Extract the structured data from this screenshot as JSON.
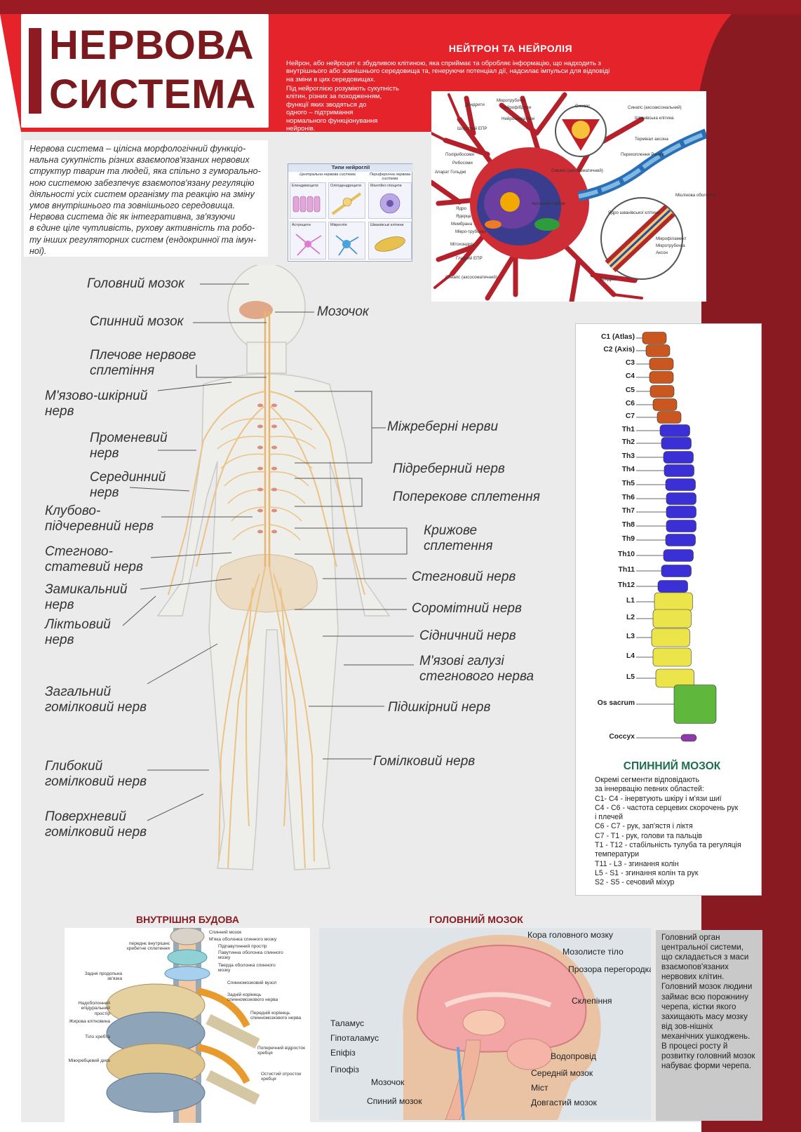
{
  "header": {
    "title_line1": "НЕРВОВА",
    "title_line2": "СИСТЕМА"
  },
  "intro": {
    "text": "Нервова система – цілісна морфологічний функціо-\nнальна сукупність різних взаємопов'язаних нервових\nструктур тварин та людей, яка спільно з гуморально-\nною системою забезпечує взаємопов'язану регуляцію\nдіяльності усіх систем організму та реакцію на зміну\nумов внутрішнього та зовнішнього середовища.\nНервова система діє як інтегративна, зв'язуючи\nв єдине ціле чутливість, рухову активність та робо-\nту інших регуляторних систем (ендокринної та імун-\nної)."
  },
  "neuron": {
    "title": "НЕЙТРОН ТА НЕЙРОЛІЯ",
    "paragraph1": "Нейрон, або нейроцит є збудливою клітиною, яка сприймає та обробляє інформацію, що надходить з внутрішнього або зовнішнього середовища та, генеруючи потенціал дії, надсилає імпульси для відповіді на зміни в цих середовищах.",
    "paragraph2": "Під нейроглією розуміють сукупність\nклітин, різних за походженням,\nфункції яких зводяться до\nодного – підтримання\nнормального функціонування\nнейронів.",
    "labels": [
      "Мікротрубочки",
      "Нейрофіброли",
      "Нейромедіатори",
      "Дендрити",
      "Синапс",
      "Шорсткий ЕПР",
      "Полірибосоми",
      "Рибосоми",
      "Апарат Гольджі",
      "Ядро",
      "Ядерце",
      "Мембрана",
      "Мікро-трубочки",
      "Мітохондрія",
      "Гладкий ЕПР",
      "Синапс (аксосоматичний)",
      "Аксонний горбик",
      "Синапс (аксосоматичний)",
      "Перехоплення Ранв'є",
      "Мієлінова оболонка",
      "Ядро шванівської клітини",
      "Мікрофіламент",
      "Мікротрубочка",
      "Аксон",
      "Дендрит",
      "Синапс (аксоаксональний)",
      "Термінал аксона",
      "Шванівська клітина"
    ]
  },
  "glia": {
    "title": "Типи нейроглії",
    "col_central": "Центральна нервова система",
    "col_peripheral": "Периферична нервова система",
    "cells": [
      "Епендимоцити",
      "Олігодендроцити",
      "Мантійні гліоцити",
      "Астроцити",
      "Мікроглія",
      "Шванівські клітини"
    ]
  },
  "body_labels": [
    "Головний мозок",
    "Спинний мозок",
    "Плечове нервове\nсплетіння",
    "М'язово-шкірний\nнерв",
    "Променевий\nнерв",
    "Серединний\nнерв",
    "Клубово-\nпідчеревний нерв",
    "Стегново-\nстатевий нерв",
    "Замикальний\nнерв",
    "Ліктьовий\nнерв",
    "Загальний\nгомілковий нерв",
    "Глибокий\nгомілковий нерв",
    "Поверхневий\nгомілковий нерв",
    "Мозочок",
    "Міжреберні нерви",
    "Підреберний нерв",
    "Поперекове сплетення",
    "Крижове\nсплетення",
    "Стегновий нерв",
    "Соромітний нерв",
    "Сідничний нерв",
    "М'язові галузі\nстегнового нерва",
    "Підшкірний нерв",
    "Гомілковий нерв"
  ],
  "spine": {
    "vertebrae": [
      "C1 (Atlas)",
      "C2 (Axis)",
      "C3",
      "C4",
      "C5",
      "C6",
      "C7",
      "Th1",
      "Th2",
      "Th3",
      "Th4",
      "Th5",
      "Th6",
      "Th7",
      "Th8",
      "Th9",
      "Th10",
      "Th11",
      "Th12",
      "L1",
      "L2",
      "L3",
      "L4",
      "L5",
      "Os sacrum",
      "Coccyx"
    ],
    "colors": {
      "cervical": "#c9571f",
      "thoracic": "#3b2fd6",
      "lumbar": "#ece44b",
      "sacrum": "#5fb83c",
      "coccyx": "#8e3aa8"
    },
    "section_title": "СПИННИЙ МОЗОК",
    "text": "Окремі сегменти відповідають\nза іннервацію певних областей:\nC1- C4 - інервтують шкіру і м'язи шиї\nC4 - C6 - частота серцевих скорочень рук\nі плечей\nC6 - C7 - рук, зап'ястя і ліктя\nC7 - T1 -  рук, голови та пальців\nT1 - T12 - стабільність тулуба та регуляція\nтемператури\nT11 - L3 - згинання колін\nL5 - S1 - згинання колін та рук\nS2 - S5 - сечовий міхур"
  },
  "inner": {
    "title": "ВНУТРІШНЯ БУДОВА",
    "labels": [
      "Спинний мозок",
      "М'яка оболонка спинного мозку",
      "Підпавутинний простір",
      "Павутинна оболонка спинного мозку",
      "Тверда оболонка спинного мозку",
      "переднє внутрішнє хребетне сплетення",
      "Задня продольна зв'язка",
      "Спинномозковий вузол",
      "Задній корінець спинномозкового нерва",
      "Передній корінець спинномозкового нерва",
      "Надоболонний епідуральний простір",
      "Жирова клітковина",
      "Тіло хребта",
      "Поперечний відросток хребця",
      "Міжхребцевий диск",
      "Остистий отросток хребця"
    ]
  },
  "brain": {
    "title": "ГОЛОВНИЙ МОЗОК",
    "labels_right": [
      "Кора головного мозку",
      "Мозолисте тіло",
      "Прозора\nперегородка",
      "Склепіння",
      "Водопровід",
      "Середній мозок",
      "Міст",
      "Довгастий мозок"
    ],
    "labels_left": [
      "Таламус",
      "Гіпоталамус",
      "Епіфіз",
      "Гіпофіз",
      "Мозочок",
      "Спиний мозок"
    ],
    "text": "Головний орган центральної системи, що складається з маси взаємопов'язаних нервових клітин. Головний мозок людини займає всю порожнину черепа, кістки якого захищають масу мозку від зов-нішніх механічних ушкоджень. В процесі росту й розвитку головний мозок набуває форми черепа."
  }
}
